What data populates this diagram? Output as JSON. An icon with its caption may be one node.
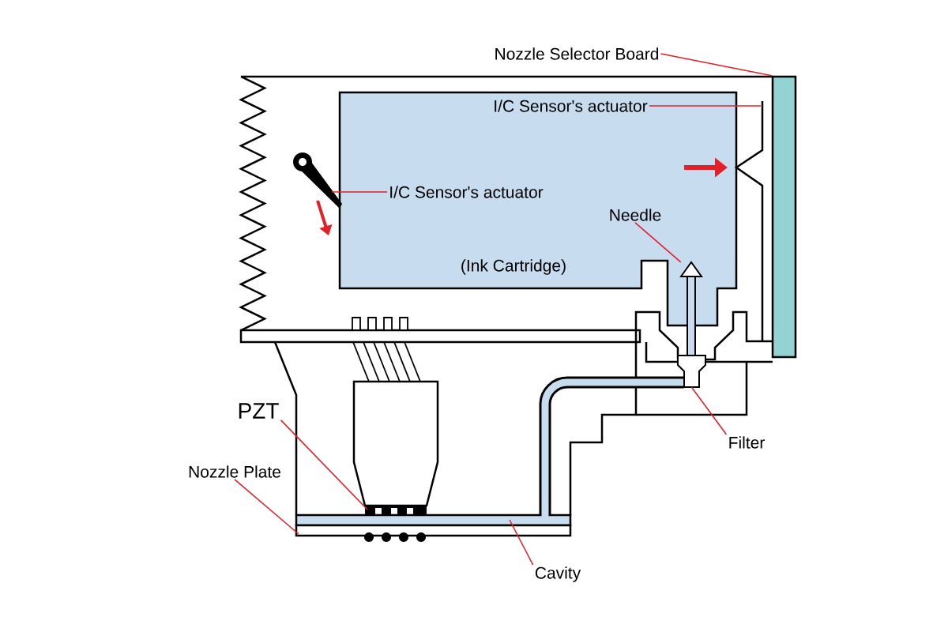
{
  "diagram": {
    "nodes": [
      {
        "text": [
          "(Ink Cartridge)"
        ]
      },
      {
        "text": [
          "I/C Sensor's actuator"
        ],
        "in": 0
      },
      {
        "text": [
          "I/C Sensor's actuator"
        ],
        "in": 0
      },
      {
        "text": [
          "Needle"
        ],
        "in": 0
      },
      {
        "text": [
          "Nozzle Selector Board"
        ]
      },
      {
        "text": [],
        "shape": "bar"
      },
      {
        "text": [
          "Filter"
        ]
      },
      {
        "text": [
          "PZT"
        ]
      },
      {
        "text": [
          "Nozzle Plate"
        ]
      },
      {
        "text": [
          "Cavity"
        ]
      },
      {
        "text": [],
        "shape": "needle"
      },
      {
        "text": [],
        "shape": "filter"
      }
    ],
    "edges": [
      {
        "from": 4,
        "to": 5,
        "arrow": "none"
      },
      {
        "from": 1,
        "to": null,
        "arrow": "none"
      },
      {
        "from": 2,
        "to": null,
        "arrow": "none"
      },
      {
        "from": 3,
        "to": 10,
        "arrow": "none"
      },
      {
        "from": 6,
        "to": 11,
        "arrow": "none"
      },
      {
        "from": 7,
        "to": null,
        "arrow": "none"
      },
      {
        "from": 8,
        "to": null,
        "arrow": "none"
      },
      {
        "from": 9,
        "to": null,
        "arrow": "none"
      }
    ]
  }
}
